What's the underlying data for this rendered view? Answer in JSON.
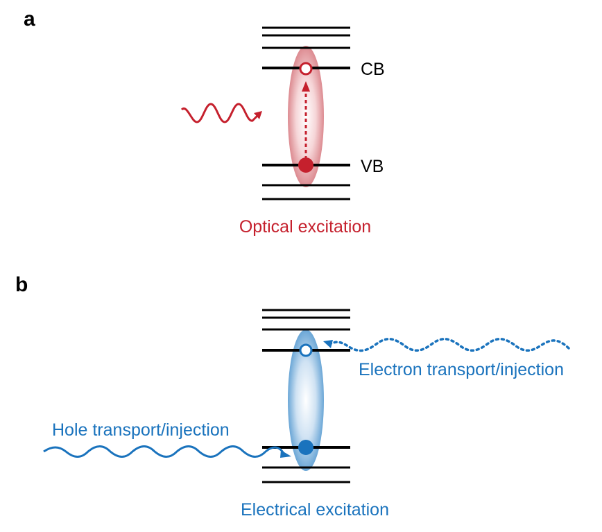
{
  "panels": [
    {
      "label": "a",
      "cb_label": "CB",
      "vb_label": "VB",
      "caption": "Optical excitation",
      "color": "#c5202d",
      "photon": "wavy-arrow",
      "transition": "dotted-arrow-vb-to-cb"
    },
    {
      "label": "b",
      "caption": "Electrical excitation",
      "electron_label": "Electron transport/injection",
      "hole_label": "Hole transport/injection",
      "color": "#1a73bd"
    }
  ],
  "colors": {
    "levels": "#000000",
    "optical": "#c5202d",
    "electrical": "#1a73bd"
  }
}
